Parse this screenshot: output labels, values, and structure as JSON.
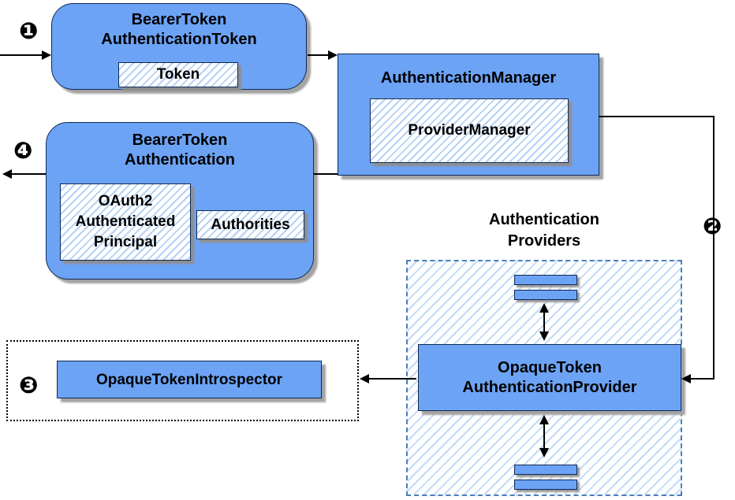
{
  "badges": {
    "step1": "❶",
    "step2": "❷",
    "step3": "❸",
    "step4": "❹"
  },
  "nodes": {
    "bearer_token_authentication_token": {
      "title": "BearerToken\nAuthenticationToken",
      "token": "Token"
    },
    "authentication_manager": {
      "title": "AuthenticationManager",
      "provider_manager": "ProviderManager"
    },
    "bearer_token_authentication": {
      "title": "BearerToken\nAuthentication",
      "principal": "OAuth2\nAuthenticated\nPrincipal",
      "authorities": "Authorities"
    },
    "authentication_providers_label": "Authentication\nProviders",
    "opaque_token_authentication_provider": {
      "title": "OpaqueToken\nAuthenticationProvider"
    },
    "opaque_token_introspector": {
      "title": "OpaqueTokenIntrospector"
    }
  },
  "colors": {
    "node_fill": "#6da3f5",
    "node_border": "#0d2a56",
    "hatch_stripe": "#b5d1f5",
    "dashed_border": "#4a7dbd",
    "arrow": "#000000",
    "shadow": "#a3a3a3"
  }
}
